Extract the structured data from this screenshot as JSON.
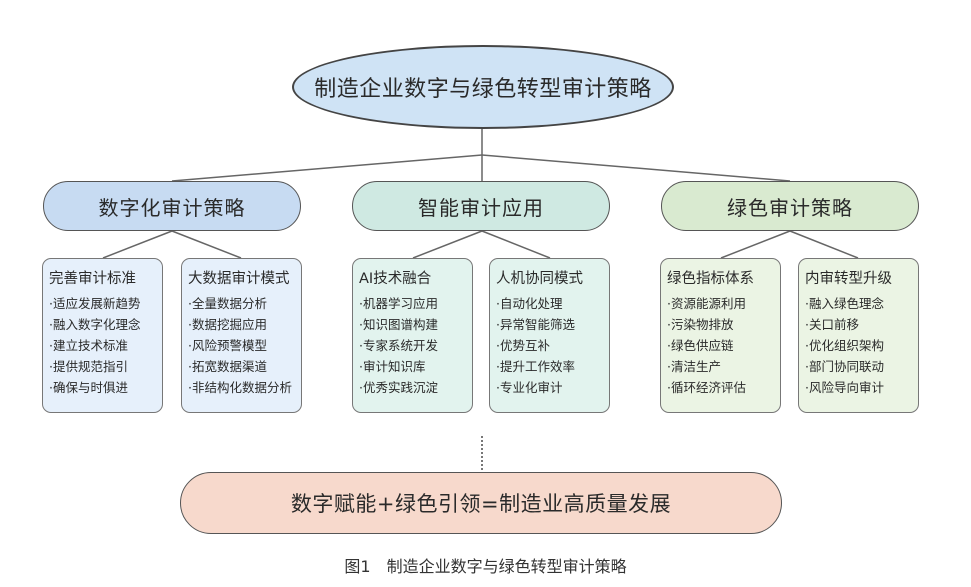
{
  "root": {
    "title": "制造企业数字与绿色转型审计策略"
  },
  "categories": [
    {
      "title": "数字化审计策略",
      "leaves": [
        {
          "title": "完善审计标准",
          "items": [
            "·适应发展新趋势",
            "·融入数字化理念",
            "·建立技术标准",
            "·提供规范指引",
            "·确保与时俱进"
          ]
        },
        {
          "title": "大数据审计模式",
          "items": [
            "·全量数据分析",
            "·数据挖掘应用",
            "·风险预警模型",
            "·拓宽数据渠道",
            "·非结构化数据分析"
          ]
        }
      ]
    },
    {
      "title": "智能审计应用",
      "leaves": [
        {
          "title": "AI技术融合",
          "items": [
            "·机器学习应用",
            "·知识图谱构建",
            "·专家系统开发",
            "·审计知识库",
            "·优秀实践沉淀"
          ]
        },
        {
          "title": "人机协同模式",
          "items": [
            "·自动化处理",
            "·异常智能筛选",
            "·优势互补",
            "·提升工作效率",
            "·专业化审计"
          ]
        }
      ]
    },
    {
      "title": "绿色审计策略",
      "leaves": [
        {
          "title": "绿色指标体系",
          "items": [
            "·资源能源利用",
            "·污染物排放",
            "·绿色供应链",
            "·清洁生产",
            "·循环经济评估"
          ]
        },
        {
          "title": "内审转型升级",
          "items": [
            "·融入绿色理念",
            "·关口前移",
            "·优化组织架构",
            "·部门协同联动",
            "·风险导向审计"
          ]
        }
      ]
    }
  ],
  "bottom": {
    "text": "数字赋能+绿色引领=制造业高质量发展"
  },
  "caption": "图1　制造企业数字与绿色转型审计策略"
}
